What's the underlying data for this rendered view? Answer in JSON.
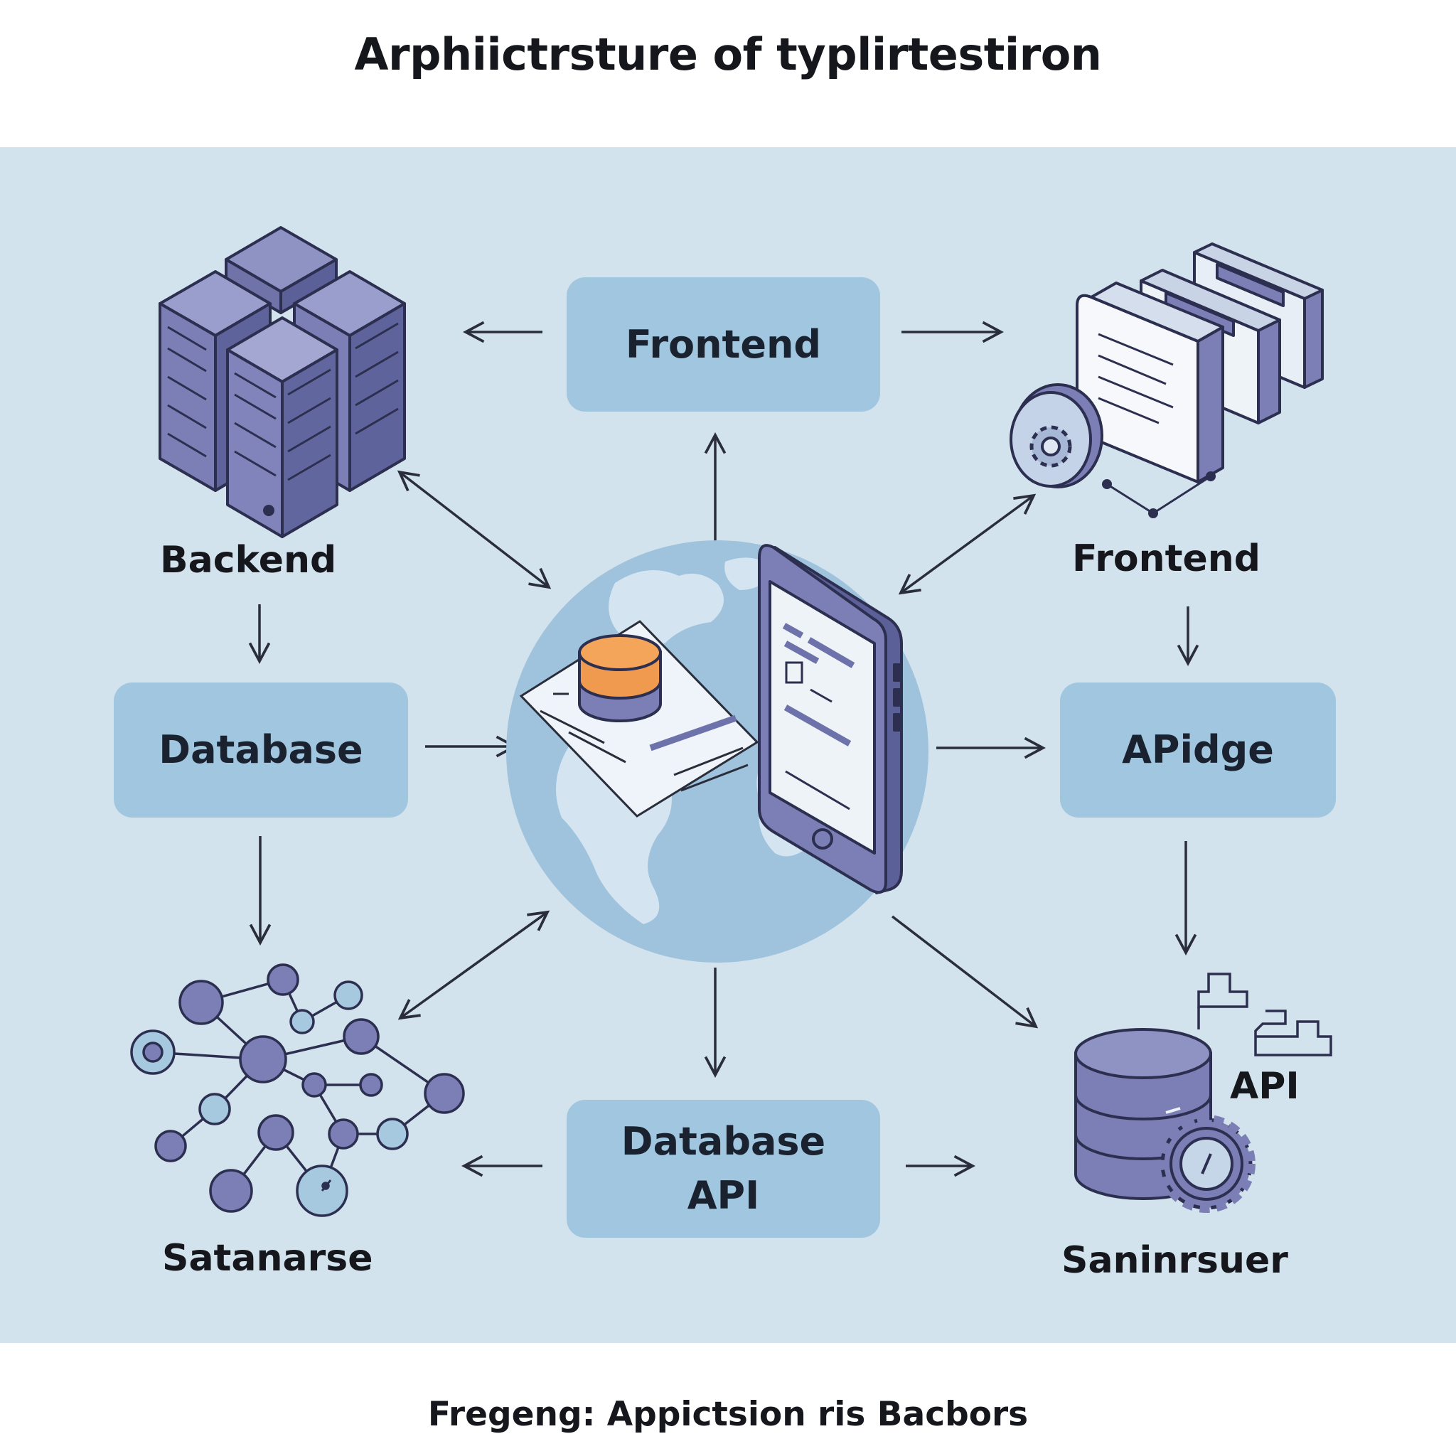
{
  "header": {
    "title": "Arphiictrsture of typlirtestiron"
  },
  "footer": {
    "caption": "Fregeng: Appictsion ris Bacbors"
  },
  "boxes": {
    "top": "Frontend",
    "left": "Database",
    "right": "APidge",
    "bottom_line1": "Database",
    "bottom_line2": "API"
  },
  "labels": {
    "top_left": "Backend",
    "top_right": "Frontend",
    "bottom_left": "Satanarse",
    "bottom_right": "Saninrsuer",
    "bottom_right_api": "API"
  },
  "icons": {
    "top_left": "server-rack-icon",
    "top_right": "storage-gear-icon",
    "center": "globe-phone-icon",
    "bottom_left": "network-graph-icon",
    "bottom_right": "database-gear-icon"
  },
  "colors": {
    "panel_background": "#d3e3ed",
    "box_fill": "#a1c6df",
    "icon_purple": "#7b7fb5",
    "icon_outline": "#2c2f4f",
    "accent_orange": "#ef9a4e"
  }
}
